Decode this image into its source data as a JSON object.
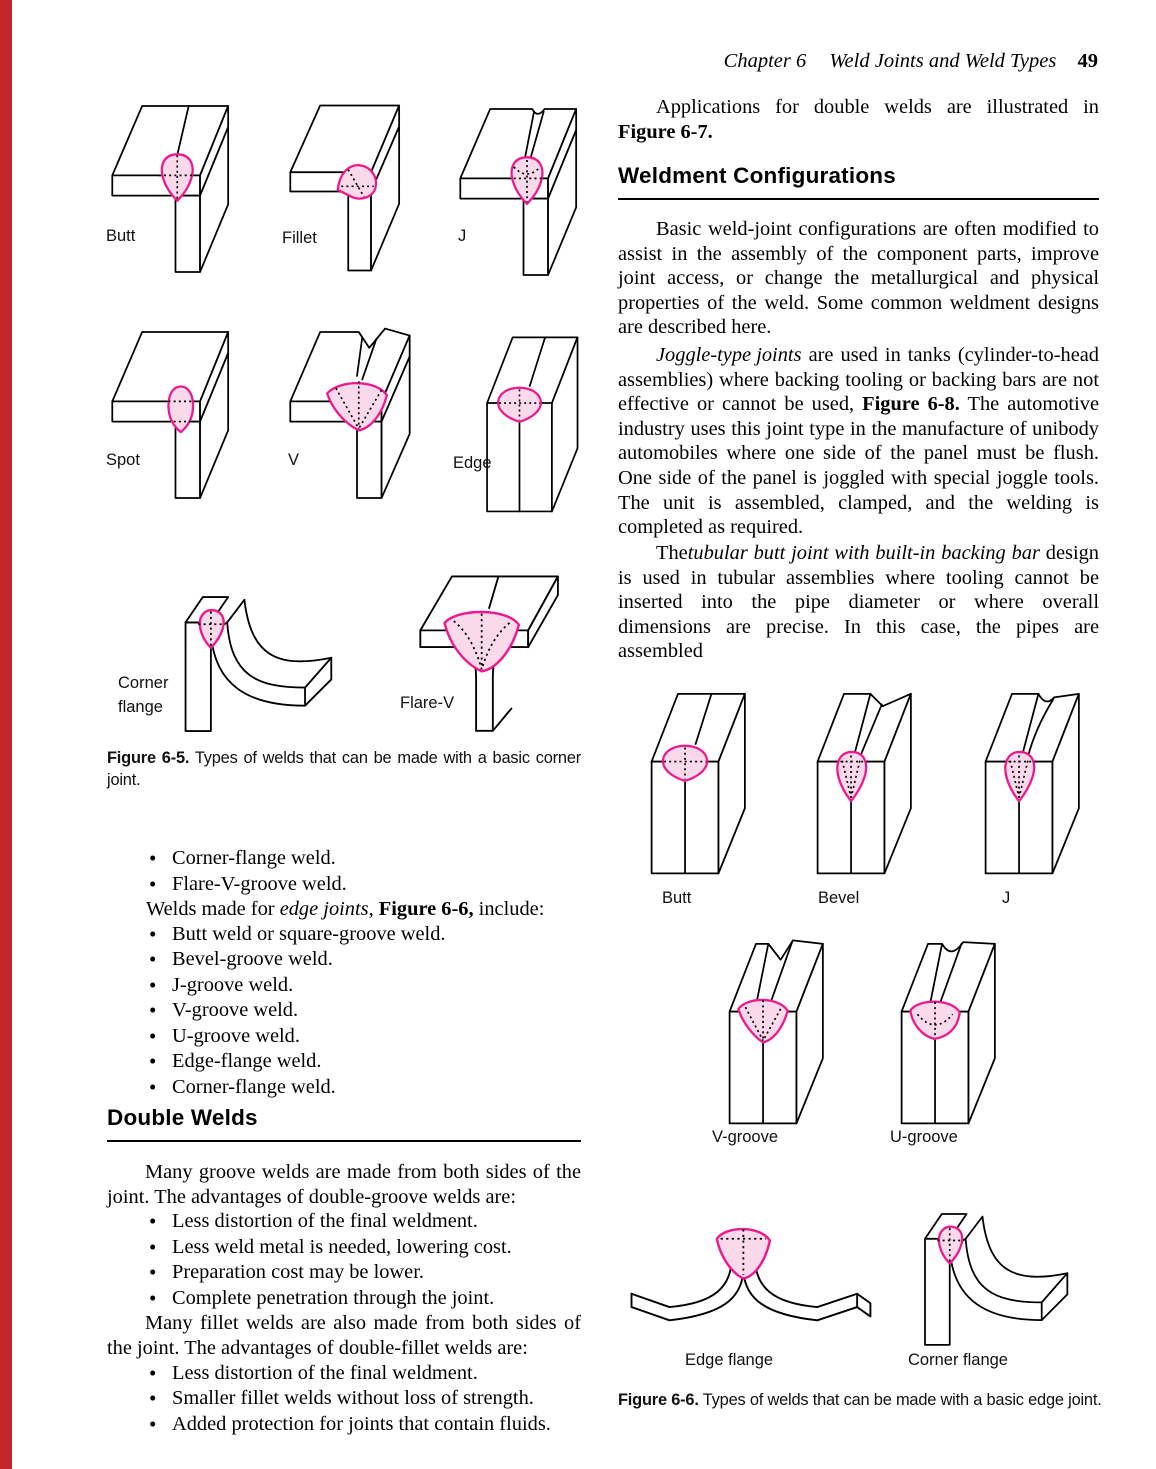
{
  "header": {
    "chapter": "Chapter 6",
    "title": "Weld Joints and Weld Types",
    "page_number": "49"
  },
  "colors": {
    "weld_fill": "#f9d9ea",
    "weld_stroke": "#ec1a8d",
    "edge_bar": "#c4262b",
    "text": "#000000"
  },
  "fig65": {
    "labels": {
      "butt": "Butt",
      "fillet": "Fillet",
      "j": "J",
      "spot": "Spot",
      "v": "V",
      "edge": "Edge",
      "corner_flange_line1": "Corner",
      "corner_flange_line2": "flange",
      "flare_v": "Flare-V"
    },
    "caption_bold": "Figure 6-5.",
    "caption_text": " Types of welds that can be made with a basic corner joint."
  },
  "left": {
    "bullets_corner": [
      "Corner-flange weld.",
      "Flare-V-groove weld."
    ],
    "edge_intro": {
      "s1": "Welds made for ",
      "s2": "edge joints,",
      "s3": " Figure 6-6,",
      "s4": " include:"
    },
    "bullets_edge": [
      "Butt weld or square-groove weld.",
      "Bevel-groove weld.",
      "J-groove weld.",
      "V-groove weld.",
      "U-groove weld.",
      "Edge-flange weld.",
      "Corner-flange weld."
    ],
    "double_welds_heading": "Double Welds",
    "para_groove": "Many groove welds are made from both sides of the joint. The advantages of double-groove welds are:",
    "bullets_groove": [
      "Less distortion of the final weldment.",
      "Less weld metal is needed, lowering cost.",
      "Preparation cost may be lower.",
      "Complete penetration through the joint."
    ],
    "para_fillet": "Many fillet welds are also made from both sides of the joint. The advantages of double-fillet welds are:",
    "bullets_fillet": [
      "Less distortion of the final weldment.",
      "Smaller fillet welds without loss of strength.",
      "Added protection for joints that contain fluids."
    ]
  },
  "right": {
    "para_apps": {
      "s1": "Applications for double welds are illustrated in",
      "s2": "Figure 6-7."
    },
    "weldment_heading": "Weldment Configurations",
    "para_basic": "Basic weld-joint configurations are often modified to assist in the assembly of the component parts, improve joint access, or change the metallurgical and physical properties of the weld. Some common weldment designs are described here.",
    "para_joggle": {
      "s1": "Joggle-type joints",
      "s2": " are used in tanks (cylinder-to-head assemblies) where backing tooling or backing bars are not effective or cannot be used, ",
      "s3": "Figure 6-8.",
      "s4": " The automotive industry uses this joint type in the manufacture of unibody automobiles where one side of the panel must be flush. One side of the panel is joggled with special joggle tools. The unit is assembled, clamped, and the welding is completed as required."
    },
    "para_tubular": {
      "s1": "The ",
      "s2": "tubular butt joint with built-in backing bar",
      "s3": " design is used in tubular assemblies where tooling cannot be inserted into the pipe diameter or where overall dimensions are precise. In this case, the pipes are assembled"
    },
    "fig66_labels": {
      "butt": "Butt",
      "bevel": "Bevel",
      "j": "J",
      "v_groove": "V-groove",
      "u_groove": "U-groove",
      "edge_flange": "Edge flange",
      "corner_flange": "Corner flange"
    },
    "fig66_caption_bold": "Figure 6-6.",
    "fig66_caption_text": " Types of welds that can be made with a basic edge joint."
  }
}
